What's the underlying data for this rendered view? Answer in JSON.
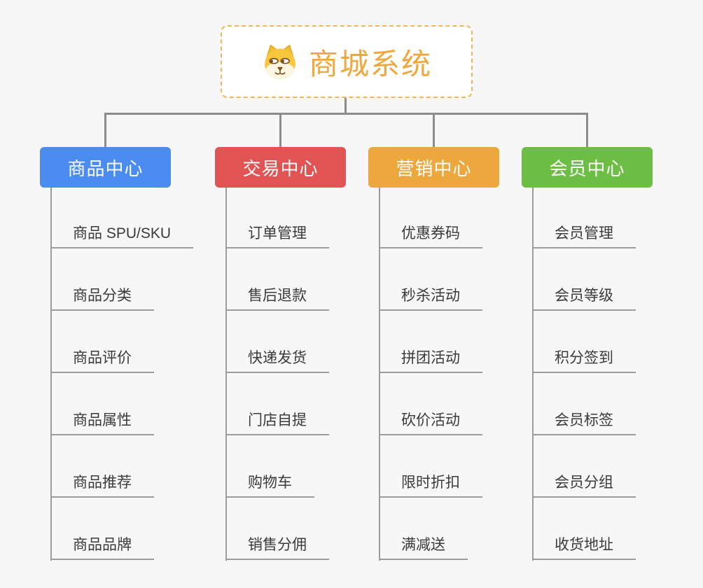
{
  "root": {
    "title": "商城系统",
    "icon": "doge-icon",
    "title_color": "#f0a73e",
    "border_color": "#f5b455"
  },
  "branches": [
    {
      "label": "商品中心",
      "color": "#4a8cf0",
      "items": [
        "商品 SPU/SKU",
        "商品分类",
        "商品评价",
        "商品属性",
        "商品推荐",
        "商品品牌"
      ]
    },
    {
      "label": "交易中心",
      "color": "#e05454",
      "items": [
        "订单管理",
        "售后退款",
        "快递发货",
        "门店自提",
        "购物车",
        "销售分佣"
      ]
    },
    {
      "label": "营销中心",
      "color": "#eca73d",
      "items": [
        "优惠券码",
        "秒杀活动",
        "拼团活动",
        "砍价活动",
        "限时折扣",
        "满减送"
      ]
    },
    {
      "label": "会员中心",
      "color": "#6dbe45",
      "items": [
        "会员管理",
        "会员等级",
        "积分签到",
        "会员标签",
        "会员分组",
        "收货地址"
      ]
    }
  ],
  "colors": {
    "background": "#f7f7f7",
    "connector": "#8c8c8c",
    "topic_line": "#9c9c9c",
    "topic_text": "#3a3a3a"
  }
}
